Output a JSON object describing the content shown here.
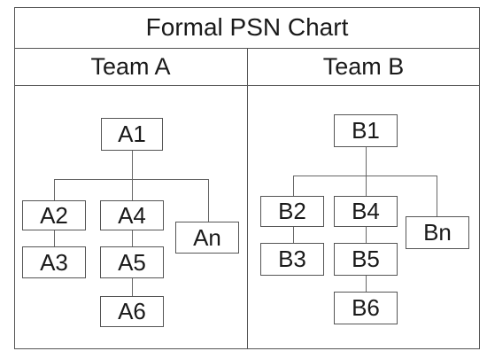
{
  "title": "Formal PSN Chart",
  "teams": {
    "a": {
      "label": "Team A",
      "root": "A1",
      "col1": [
        "A2",
        "A3"
      ],
      "col2": [
        "A4",
        "A5",
        "A6"
      ],
      "col3": "An"
    },
    "b": {
      "label": "Team B",
      "root": "B1",
      "col1": [
        "B2",
        "B3"
      ],
      "col2": [
        "B4",
        "B5",
        "B6"
      ],
      "col3": "Bn"
    }
  }
}
